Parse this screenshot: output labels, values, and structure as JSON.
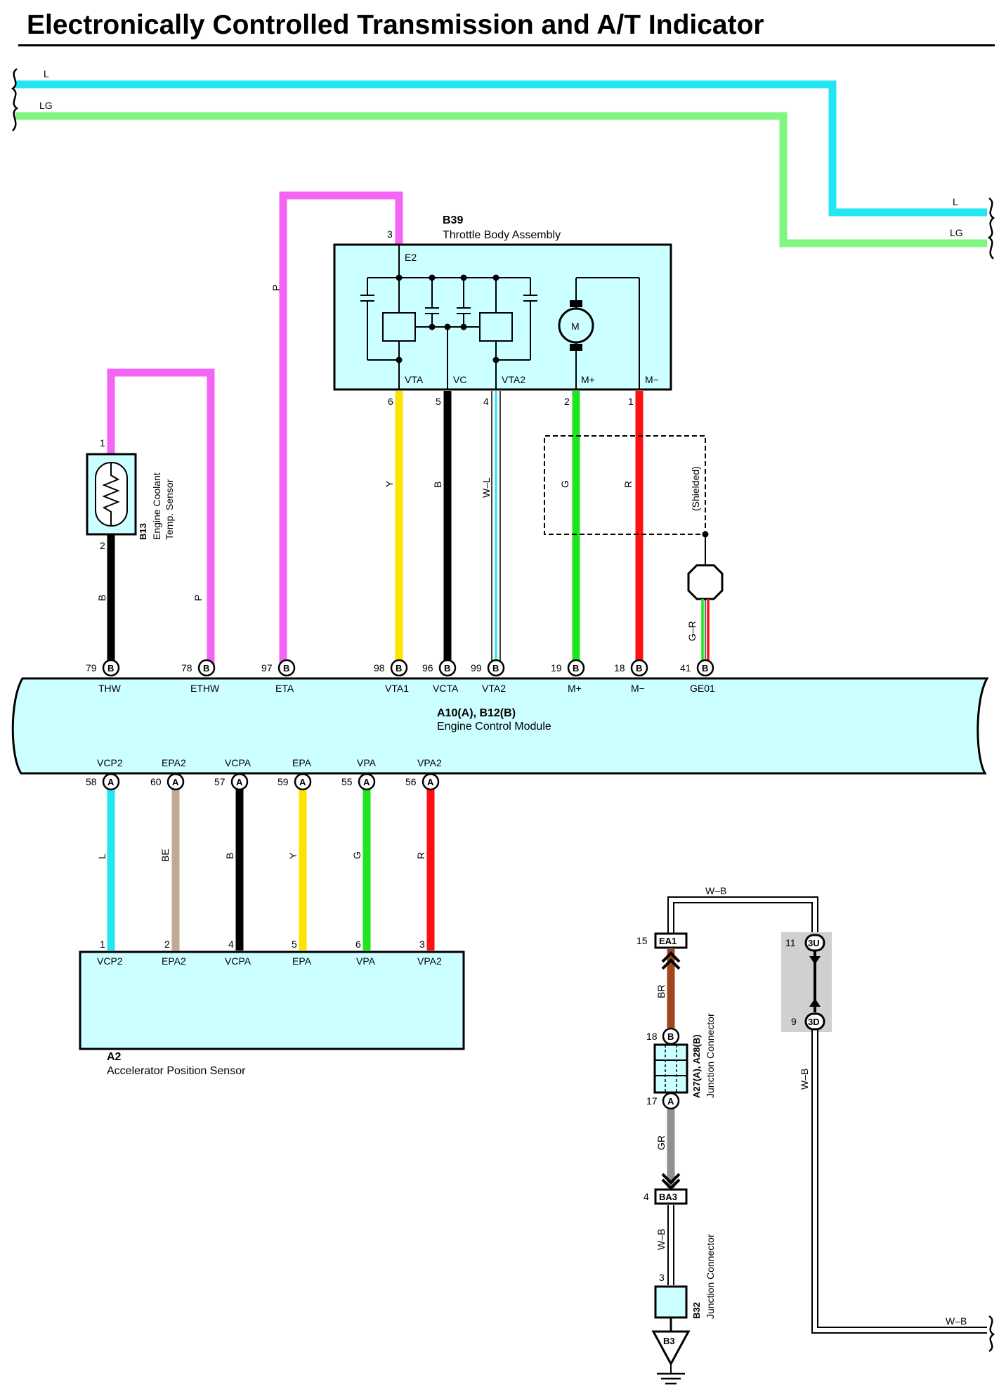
{
  "title": "Electronically Controlled Transmission and A/T Indicator",
  "colors": {
    "L": "#22e6f0",
    "LG": "#80f57f",
    "P": "#f565f5",
    "B": "#000000",
    "Y": "#fce400",
    "G": "#1ee61e",
    "R": "#ff1010",
    "BE": "#c2a994",
    "BR": "#a0461e",
    "GR": "#909090",
    "W": "#ffffff",
    "component_fill": "#ccffff",
    "shade": "#d0d0d0"
  },
  "top_wires": [
    {
      "color_code": "L",
      "left_label": "L",
      "right_label": "L"
    },
    {
      "color_code": "LG",
      "left_label": "LG",
      "right_label": "LG"
    }
  ],
  "throttle_body": {
    "id": "B39",
    "name": "Throttle Body Assembly",
    "top_pin": "3",
    "top_terminal": "E2",
    "motor_label": "M",
    "terminals": [
      {
        "name": "VTA",
        "pin": "6"
      },
      {
        "name": "VC",
        "pin": "5"
      },
      {
        "name": "VTA2",
        "pin": "4"
      },
      {
        "name": "M+",
        "pin": "2"
      },
      {
        "name": "M−",
        "pin": "1"
      }
    ]
  },
  "coolant_sensor": {
    "id": "B13",
    "line1": "Engine Coolant",
    "line2": "Temp. Sensor",
    "pin_top": "1",
    "pin_bottom": "2"
  },
  "shield_label": "(Shielded)",
  "ecm": {
    "id": "A10(A), B12(B)",
    "name": "Engine Control Module",
    "top_pins": [
      {
        "pin": "79",
        "conn": "B",
        "name": "THW",
        "wire": "B"
      },
      {
        "pin": "78",
        "conn": "B",
        "name": "ETHW",
        "wire": "P"
      },
      {
        "pin": "97",
        "conn": "B",
        "name": "ETA",
        "wire": "P"
      },
      {
        "pin": "98",
        "conn": "B",
        "name": "VTA1",
        "wire": "Y"
      },
      {
        "pin": "96",
        "conn": "B",
        "name": "VCTA",
        "wire": "B"
      },
      {
        "pin": "99",
        "conn": "B",
        "name": "VTA2",
        "wire": "W–L"
      },
      {
        "pin": "19",
        "conn": "B",
        "name": "M+",
        "wire": "G"
      },
      {
        "pin": "18",
        "conn": "B",
        "name": "M−",
        "wire": "R"
      },
      {
        "pin": "41",
        "conn": "B",
        "name": "GE01",
        "wire": "G–R"
      }
    ],
    "bottom_pins": [
      {
        "pin": "58",
        "conn": "A",
        "name": "VCP2",
        "wire": "L"
      },
      {
        "pin": "60",
        "conn": "A",
        "name": "EPA2",
        "wire": "BE"
      },
      {
        "pin": "57",
        "conn": "A",
        "name": "VCPA",
        "wire": "B"
      },
      {
        "pin": "59",
        "conn": "A",
        "name": "EPA",
        "wire": "Y"
      },
      {
        "pin": "55",
        "conn": "A",
        "name": "VPA",
        "wire": "G"
      },
      {
        "pin": "56",
        "conn": "A",
        "name": "VPA2",
        "wire": "R"
      }
    ]
  },
  "accel_sensor": {
    "id": "A2",
    "name": "Accelerator Position Sensor",
    "pins": [
      {
        "pin": "1",
        "name": "VCP2"
      },
      {
        "pin": "2",
        "name": "EPA2"
      },
      {
        "pin": "4",
        "name": "VCPA"
      },
      {
        "pin": "5",
        "name": "EPA"
      },
      {
        "pin": "6",
        "name": "VPA"
      },
      {
        "pin": "3",
        "name": "VPA2"
      }
    ]
  },
  "ground_circuit": {
    "ea1": {
      "pin": "15",
      "code": "EA1"
    },
    "wire_wb_top": "W–B",
    "wire_br": "BR",
    "jc_a27": {
      "id": "A27(A), A28(B)",
      "name": "Junction Connector",
      "pin_b": "18",
      "conn_b": "B",
      "pin_a": "17",
      "conn_a": "A"
    },
    "wire_gr": "GR",
    "ba3": {
      "pin": "4",
      "code": "BA3"
    },
    "wire_wb_mid": "W–B",
    "jc_b32": {
      "id": "B32",
      "name": "Junction Connector",
      "pin": "3"
    },
    "ground": "B3",
    "c3u": {
      "pin": "11",
      "code": "3U"
    },
    "c3d": {
      "pin": "9",
      "code": "3D"
    },
    "wire_wb_right": "W–B",
    "wire_wb_exit": "W–B"
  }
}
